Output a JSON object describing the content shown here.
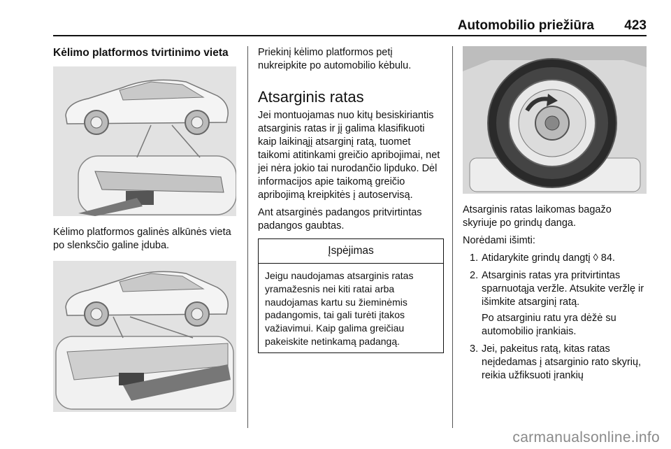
{
  "header": {
    "title": "Automobilio priežiūra",
    "page_number": "423"
  },
  "col1": {
    "section_title": "Kėlimo platformos tvirtinimo vieta",
    "caption": "Kėlimo platformos galinės alkūnės vieta po slenksčio galine įduba."
  },
  "col2": {
    "intro": "Priekinį kėlimo platformos petį nukreipkite po automobilio kėbulu.",
    "heading": "Atsarginis ratas",
    "p1": "Jei montuojamas nuo kitų besiskiriantis atsarginis ratas ir jį galima klasifikuoti kaip laikinąjį atsarginį ratą, tuomet taikomi atitinkami greičio apribojimai, net jei nėra jokio tai nurodančio lipduko. Dėl informacijos apie taikomą greičio apribojimą kreipkitės į autoservisą.",
    "p2": "Ant atsarginės padangos pritvirtintas padangos gaubtas.",
    "warning": {
      "title": "Įspėjimas",
      "body": "Jeigu naudojamas atsarginis ratas yramažesnis nei kiti ratai arba naudojamas kartu su žieminėmis padangomis, tai gali turėti įtakos važiavimui. Kaip galima greičiau pakeiskite netinkamą padangą."
    }
  },
  "col3": {
    "p1": "Atsarginis ratas laikomas bagažo skyriuje po grindų danga.",
    "p2": "Norėdami išimti:",
    "steps": [
      {
        "num": "1.",
        "text": "Atidarykite grindų dangtį ◊ 84."
      },
      {
        "num": "2.",
        "text": "Atsarginis ratas yra pritvirtintas sparnuotąja veržle. Atsukite veržlę ir išimkite atsarginį ratą.",
        "sub": "Po atsarginiu ratu yra dėžė su automobilio įrankiais."
      },
      {
        "num": "3.",
        "text": "Jei, pakeitus ratą, kitas ratas neįdedamas į atsarginio rato skyrių, reikia užfiksuoti įrankių"
      }
    ]
  },
  "watermark": "carmanualsonline.info"
}
